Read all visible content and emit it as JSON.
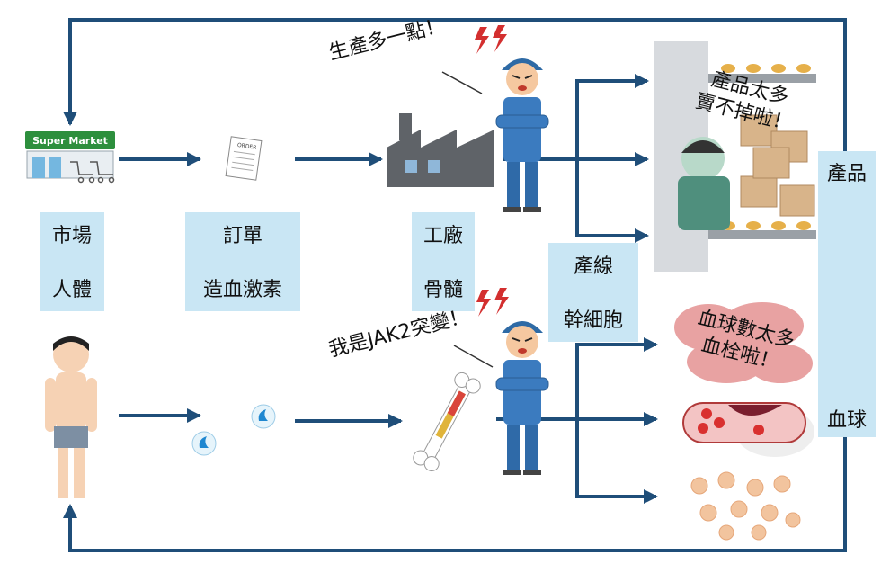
{
  "labels": {
    "market": {
      "top": "市場",
      "bottom": "人體"
    },
    "order": {
      "top": "訂單",
      "bottom": "造血激素"
    },
    "factory": {
      "top": "工廠",
      "bottom": "骨髓"
    },
    "line": {
      "top": "產線",
      "bottom": "幹細胞"
    },
    "product": "產品",
    "blood": "血球"
  },
  "bubbles": {
    "produce_more": "生產多一點！",
    "jak2": "我是JAK2突變！",
    "too_many_products_1": "產品太多",
    "too_many_products_2": "賣不掉啦！",
    "too_many_cells_1": "血球數太多",
    "too_many_cells_2": "血栓啦！"
  },
  "supermarket_sign": "Super Market",
  "order_slip_text": "ORDER",
  "colors": {
    "arrow": "#1f4e79",
    "label_bg": "#c9e6f4"
  }
}
